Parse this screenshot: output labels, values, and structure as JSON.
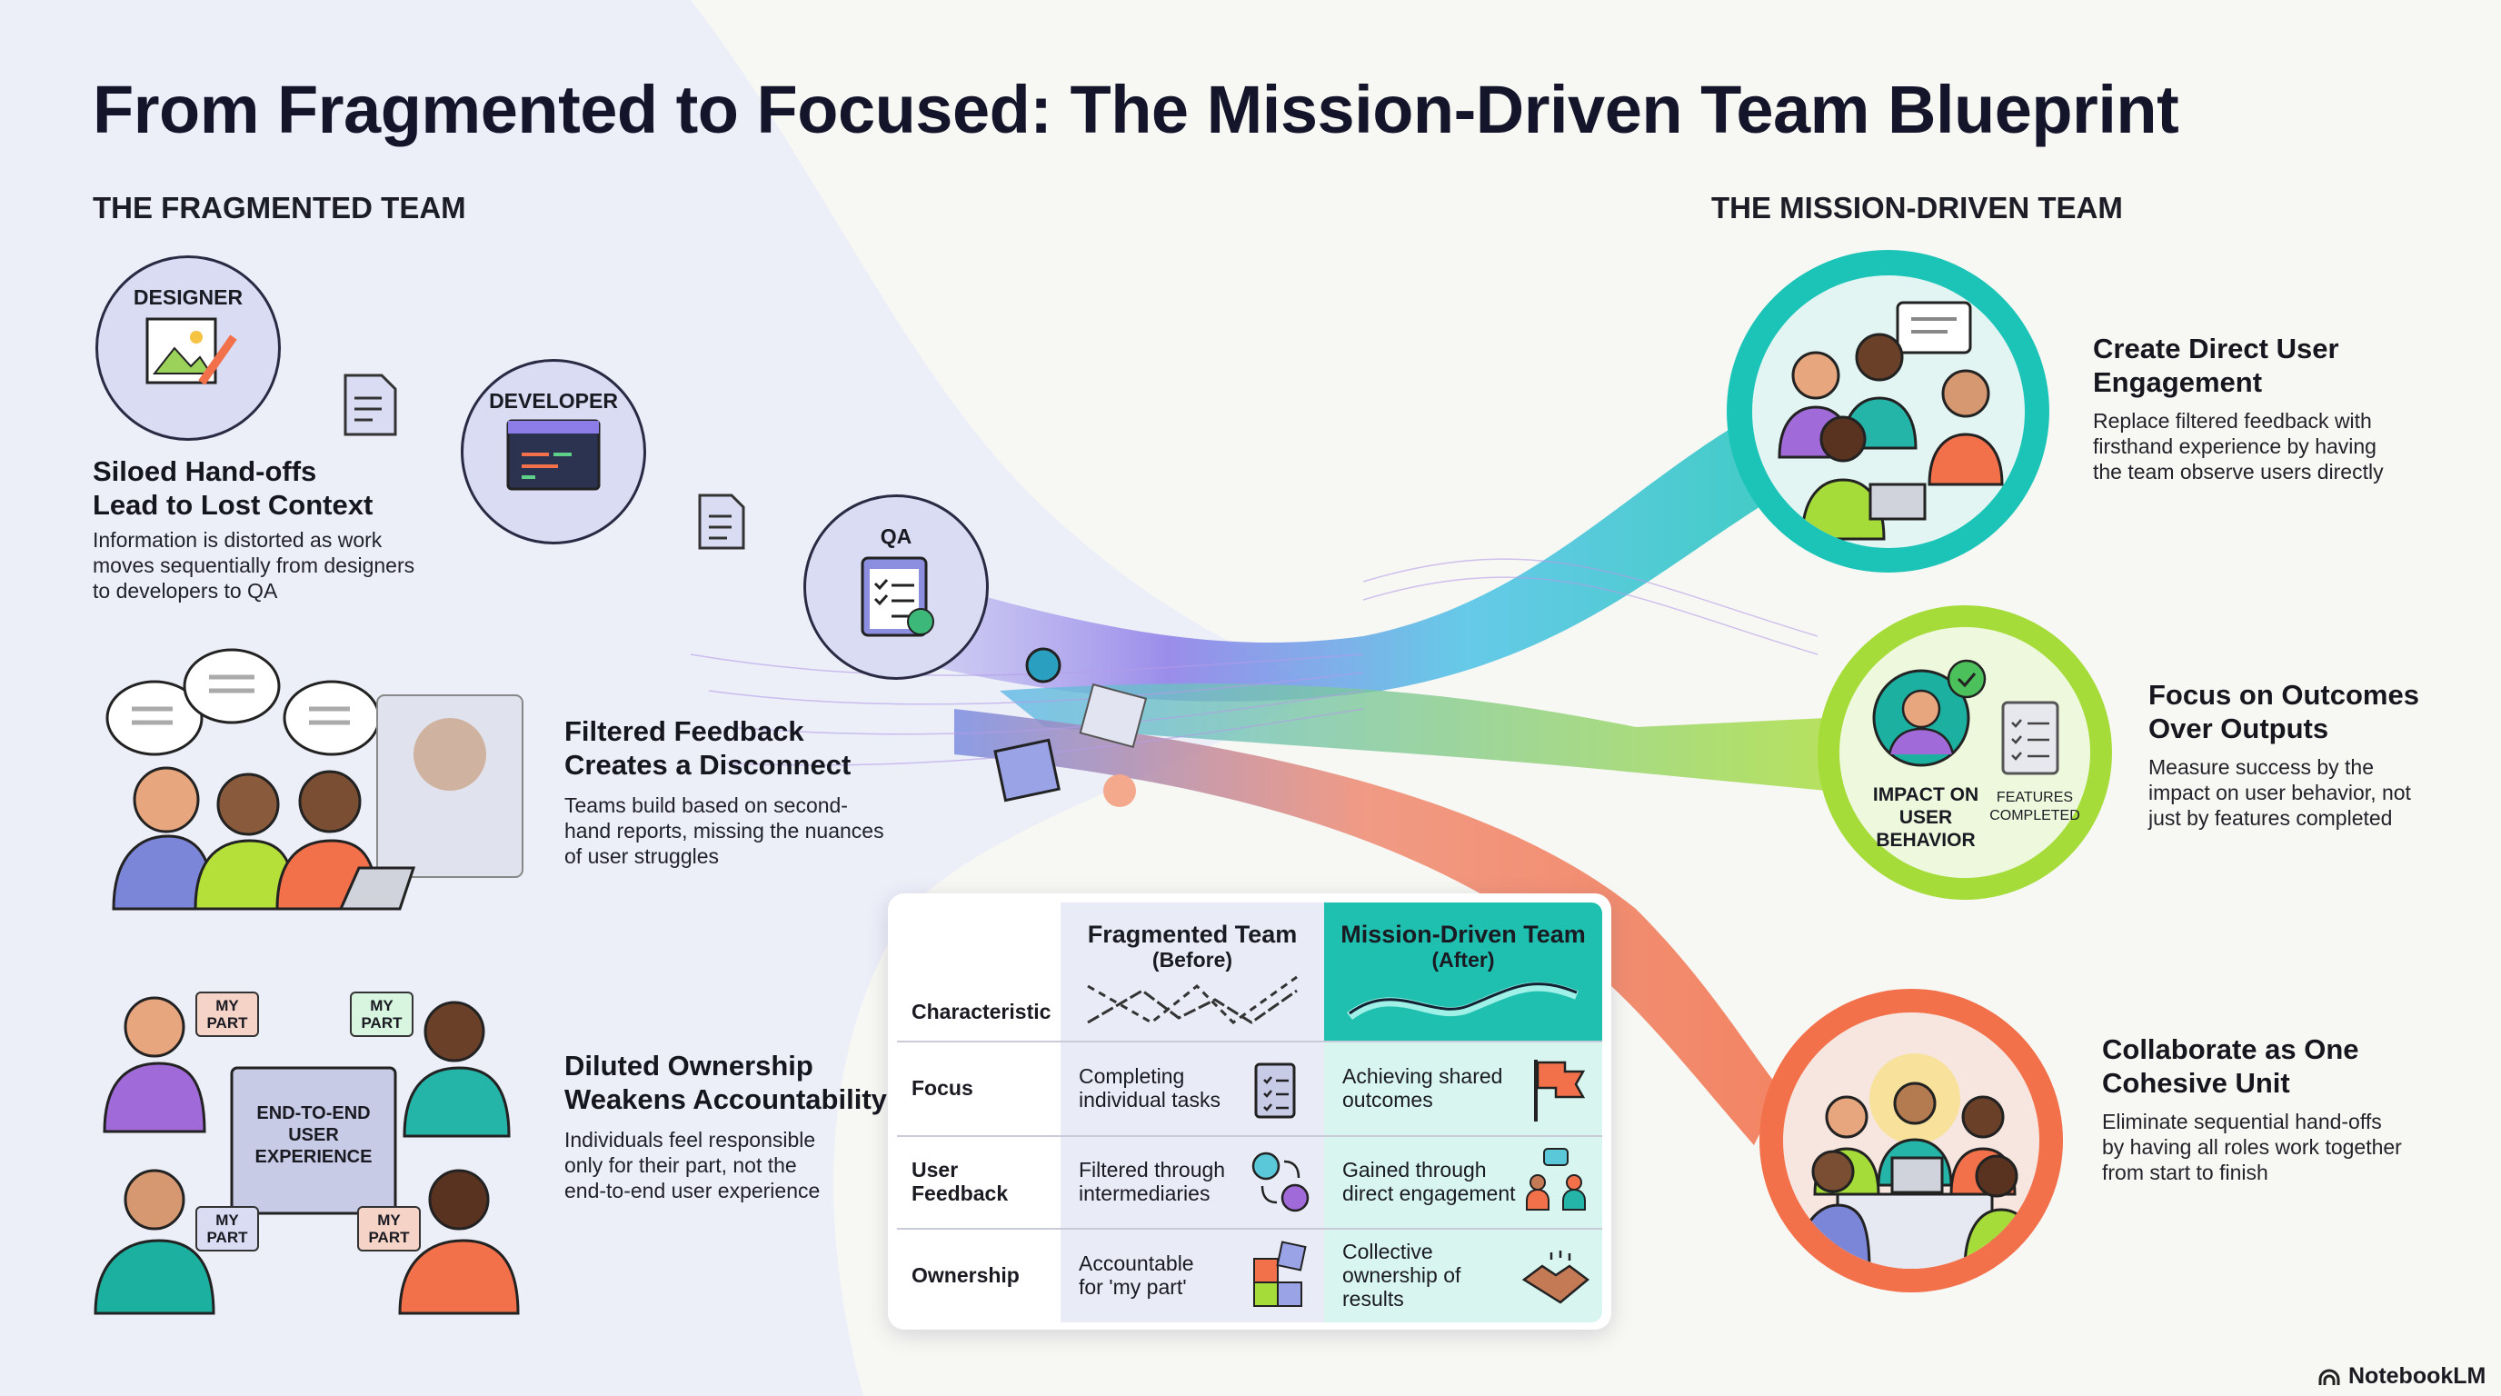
{
  "title": "From Fragmented to Focused: The Mission-Driven Team Blueprint",
  "left": {
    "section": "THE FRAGMENTED TEAM",
    "roles": [
      "DESIGNER",
      "DEVELOPER",
      "QA"
    ],
    "points": [
      {
        "heading": [
          "Siloed Hand-offs",
          "Lead to Lost Context"
        ],
        "body": [
          "Information is distorted as work",
          "moves sequentially from designers",
          "to developers to QA"
        ]
      },
      {
        "heading": [
          "Filtered Feedback",
          "Creates a Disconnect"
        ],
        "body": [
          "Teams build based on second-",
          "hand reports, missing the nuances",
          "of user struggles"
        ]
      },
      {
        "heading": [
          "Diluted Ownership",
          "Weakens Accountability"
        ],
        "body": [
          "Individuals feel responsible",
          "only for their part, not the",
          "end-to-end user experience"
        ]
      }
    ],
    "ownership_box": [
      "END-TO-END",
      "USER",
      "EXPERIENCE"
    ],
    "my_part": "MY PART"
  },
  "right": {
    "section": "THE MISSION-DRIVEN TEAM",
    "points": [
      {
        "heading": [
          "Create Direct User",
          "Engagement"
        ],
        "body": [
          "Replace filtered feedback with",
          "firsthand experience by having",
          "the team observe users directly"
        ]
      },
      {
        "heading": [
          "Focus on Outcomes",
          "Over Outputs"
        ],
        "body": [
          "Measure success by the",
          "impact on user behavior, not",
          "just by features completed"
        ]
      },
      {
        "heading": [
          "Collaborate as One",
          "Cohesive Unit"
        ],
        "body": [
          "Eliminate sequential hand-offs",
          "by having all roles work together",
          "from start to finish"
        ]
      }
    ],
    "impact_label": [
      "IMPACT ON",
      "USER",
      "BEHAVIOR"
    ],
    "features_label": [
      "FEATURES",
      "COMPLETED"
    ]
  },
  "table": {
    "header": {
      "label": "Characteristic",
      "before": "Fragmented Team",
      "before_sub": "(Before)",
      "after": "Mission-Driven Team",
      "after_sub": "(After)"
    },
    "rows": [
      {
        "label": [
          "Focus"
        ],
        "before": [
          "Completing",
          "individual tasks"
        ],
        "after": [
          "Achieving shared",
          "outcomes"
        ]
      },
      {
        "label": [
          "User",
          "Feedback"
        ],
        "before": [
          "Filtered through",
          "intermediaries"
        ],
        "after": [
          "Gained through",
          "direct engagement"
        ]
      },
      {
        "label": [
          "Ownership"
        ],
        "before": [
          "Accountable",
          "for 'my part'"
        ],
        "after": [
          "Collective",
          "ownership of",
          "results"
        ]
      }
    ]
  },
  "colors": {
    "teal": "#1cc4b8",
    "lime": "#a6dc3a",
    "orange": "#f2704a",
    "lavender": "#d9dcf3"
  },
  "brand": "NotebookLM"
}
